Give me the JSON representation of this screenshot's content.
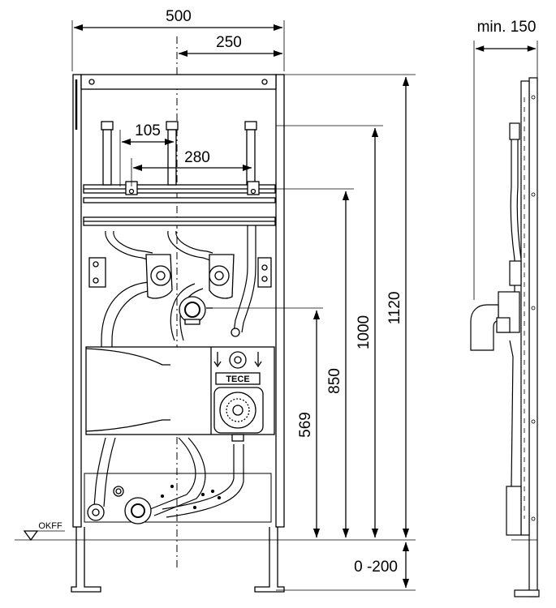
{
  "dimensions": {
    "total_width": "500",
    "half_width": "250",
    "spacing_105": "105",
    "spacing_280": "280",
    "total_height": "1120",
    "height_1000": "1000",
    "height_850": "850",
    "height_569": "569",
    "adjust_range": "0 -200",
    "min_depth": "min. 150"
  },
  "labels": {
    "floor_level": "OKFF",
    "brand": "TECE"
  }
}
